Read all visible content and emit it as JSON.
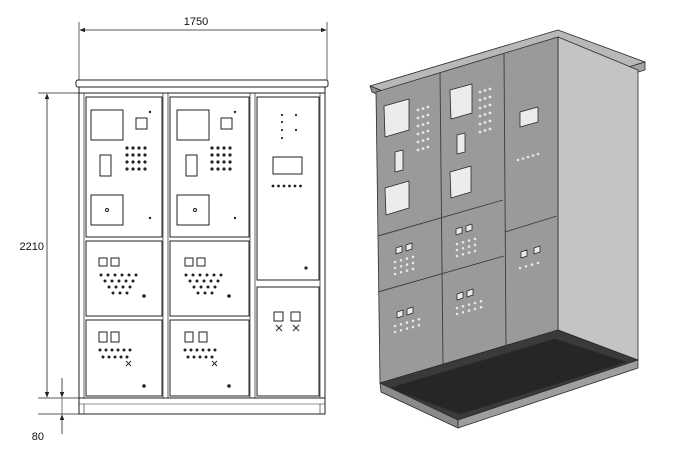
{
  "dimensions": {
    "width": "1750",
    "height": "2210",
    "base_height": "80"
  },
  "colors": {
    "line": "#222222",
    "front_panel": "#9a9a9a",
    "side_panel": "#c4c4c4",
    "top_panel": "#b3b3b3",
    "cutout": "#ececec",
    "base_dark": "#2b2b2b"
  }
}
